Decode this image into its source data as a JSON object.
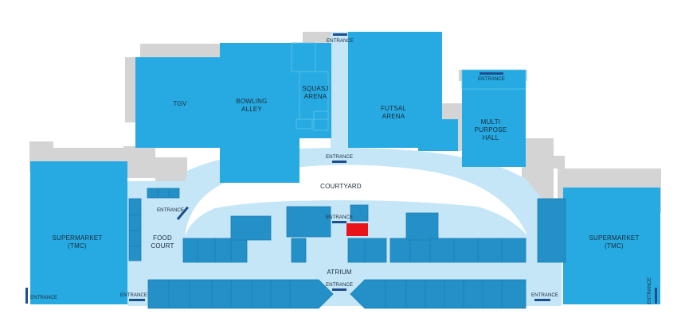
{
  "colors": {
    "background": "#ffffff",
    "grey_block": "#d4d4d4",
    "anchor_blue": "#27aae1",
    "shop_blue": "#2390c8",
    "corridor": "#c4e6f7",
    "courtyard": "#ffffff",
    "entrance_bar": "#1f4e8c",
    "highlight_red": "#e8141a"
  },
  "labels": {
    "tgv": "TGV",
    "bowling": [
      "BOWLING",
      "ALLEY"
    ],
    "squash": [
      "SQUASJ",
      "ARENA"
    ],
    "futsal": [
      "FUTSAL",
      "ARENA"
    ],
    "multi": [
      "MULTI",
      "PURPOSE",
      "HALL"
    ],
    "courtyard": "COURTYARD",
    "food_court": [
      "FOOD",
      "COURT"
    ],
    "supermarket_left": [
      "SUPERMARKET",
      "(TMC)"
    ],
    "supermarket_right": [
      "SUPERMARKET",
      "(TMC)"
    ],
    "atrium": "ATRIUM"
  },
  "entrances": {
    "top": "ENTRANCE",
    "multi_hall": "ENTRANCE",
    "courtyard_north": "ENTRANCE",
    "courtyard_south": "ENTRANCE",
    "food_court": "ENTRANCE",
    "atrium": "ENTRANCE",
    "bottom_left": "ENTRANCE",
    "far_left": "ENTRANCE",
    "bottom_right": "ENTRANCE",
    "far_right": "ENTRANCE"
  }
}
